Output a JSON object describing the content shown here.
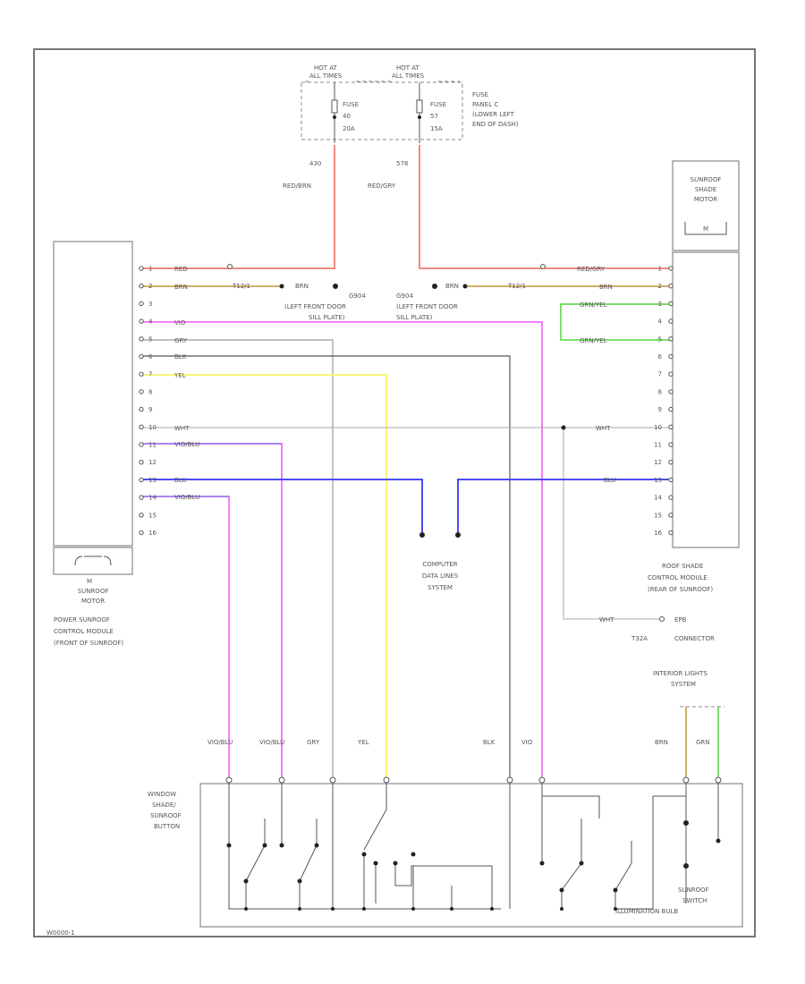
{
  "fuse_feeds": {
    "left": {
      "hot_at": "HOT AT",
      "hot_when": "ALL TIMES",
      "fuse": "FUSE",
      "fuse_no": "40",
      "amps": "20A",
      "circuit": "430",
      "wire_color": "RED/BRN"
    },
    "right": {
      "hot_at": "HOT AT",
      "hot_when": "ALL TIMES",
      "fuse": "FUSE",
      "fuse_no": "57",
      "amps": "15A",
      "circuit": "578",
      "wire_color": "RED/GRY"
    },
    "panel_desc": [
      "FUSE",
      "PANEL C",
      "(LOWER LEFT",
      "END OF DASH)"
    ]
  },
  "grounds": {
    "left": {
      "code": "G904",
      "wire": "BRN",
      "desc": [
        "(LEFT FRONT DOOR",
        "SILL PLATE)"
      ]
    },
    "right": {
      "code": "G904",
      "wire": "BRN",
      "desc": [
        "(LEFT FRONT DOOR",
        "SILL PLATE)"
      ]
    },
    "connector_label": "T12/1"
  },
  "left_module": {
    "motor_symbol": "M",
    "motor_label": [
      "SUNROOF",
      "MOTOR"
    ],
    "caption": [
      "POWER SUNROOF",
      "CONTROL MODULE",
      "(FRONT OF SUNROOF)"
    ],
    "pins": [
      "1",
      "2",
      "3",
      "4",
      "5",
      "6",
      "7",
      "8",
      "9",
      "10",
      "11",
      "12",
      "13",
      "14",
      "15",
      "16"
    ],
    "wire_labels": {
      "p1": "RED",
      "p2": "BRN",
      "p4": "VIO",
      "p5": "GRY",
      "p6": "BLK",
      "p7": "YEL",
      "p10": "WHT",
      "p11": "VIO/BLU",
      "p13": "BLU",
      "p14": "VIO/BLU"
    }
  },
  "right_module": {
    "motor_label": [
      "SUNROOF",
      "SHADE",
      "MOTOR"
    ],
    "motor_symbol": "M",
    "caption": [
      "ROOF SHADE",
      "CONTROL MODULE",
      "(REAR OF SUNROOF)"
    ],
    "pins": [
      "1",
      "2",
      "3",
      "4",
      "5",
      "6",
      "7",
      "8",
      "9",
      "10",
      "11",
      "12",
      "13",
      "14",
      "15",
      "16"
    ],
    "wire_labels": {
      "p1": "RED/GRY",
      "p2": "BRN",
      "p3": "GRN/YEL",
      "p5": "GRN/YEL",
      "p11": "WHT",
      "p13": "BLU"
    }
  },
  "center": {
    "label": [
      "COMPUTER",
      "DATA LINES",
      "SYSTEM"
    ]
  },
  "epb": {
    "wire": "WHT",
    "pin": "T32A",
    "label": [
      "EPB",
      "CONNECTOR"
    ]
  },
  "interior_lights": {
    "label": [
      "INTERIOR LIGHTS",
      "SYSTEM"
    ]
  },
  "switch": {
    "caption_left": [
      "WINDOW",
      "SHADE/",
      "SUNROOF",
      "BUTTON"
    ],
    "caption_right": [
      "SUNROOF",
      "SWITCH",
      "ILLUMINATION BULB"
    ],
    "wire_labels": [
      "VIO/BLU",
      "VIO/BLU",
      "GRY",
      "YEL",
      "BLK",
      "VIO",
      "BRN",
      "GRN"
    ]
  },
  "footer_id": "W0000-1",
  "colors": {
    "red": "#f08a80",
    "tan": "#d2b06a",
    "pink": "#f47ef4",
    "yellow": "#f6f67a",
    "blue": "#4a4ef0",
    "green": "#7ce06a",
    "gray": "#9a9a9a",
    "black": "#444444",
    "frame": "#777777"
  }
}
